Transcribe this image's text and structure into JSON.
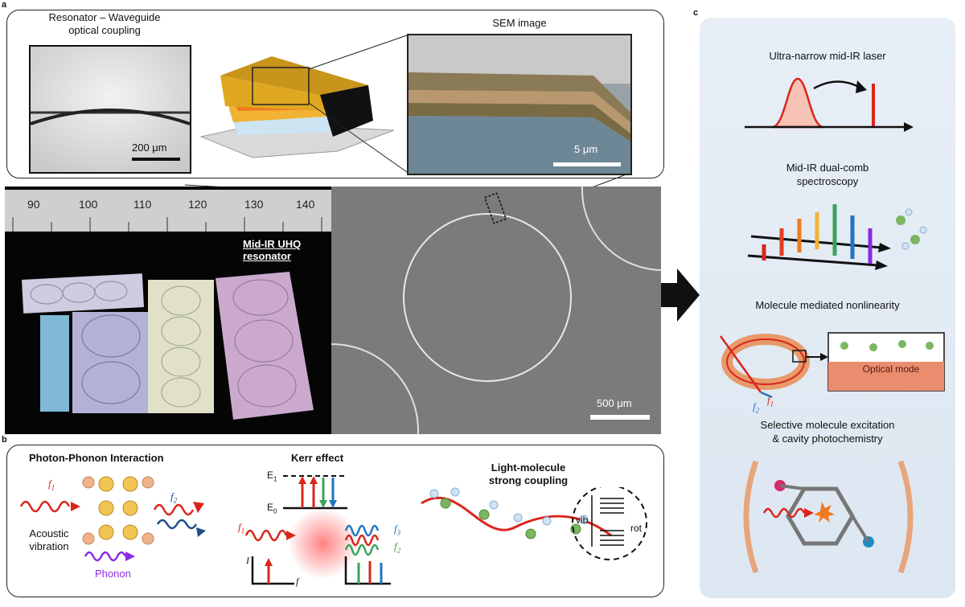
{
  "panel_labels": {
    "a": "a",
    "b": "b",
    "c": "c"
  },
  "panel_a": {
    "coupling_title": "Resonator – Waveguide\noptical coupling",
    "coupling_scale": "200 μm",
    "sem_title": "SEM image",
    "sem_scale": "5 μm",
    "ruler_ticks": [
      "90",
      "100",
      "110",
      "120",
      "130",
      "140"
    ],
    "resonator_label": "Mid-IR UHQ resonator",
    "micro_scale": "500 μm"
  },
  "panel_b": {
    "pp_title": "Photon-Phonon Interaction",
    "pp_acoustic": "Acoustic\nvibration",
    "pp_phonon": "Phonon",
    "pp_f1": "f",
    "pp_f1_sub": "1",
    "pp_f2": "f",
    "pp_f2_sub": "2",
    "kerr_title": "Kerr effect",
    "kerr_e1": "E",
    "kerr_e1_sub": "1",
    "kerr_e0": "E",
    "kerr_e0_sub": "0",
    "kerr_f1": "f",
    "kerr_f1_sub": "1",
    "kerr_f2": "f",
    "kerr_f2_sub": "2",
    "kerr_f3": "f",
    "kerr_f3_sub": "3",
    "kerr_axis_f": "f",
    "kerr_axis_i": "I",
    "lm_title": "Light-molecule\nstrong coupling",
    "lm_vib": "vib",
    "lm_rot": "rot"
  },
  "panel_c": {
    "laser_title": "Ultra-narrow mid-IR laser",
    "comb_title": "Mid-IR dual-comb\nspectroscopy",
    "nonlin_title": "Molecule mediated nonlinearity",
    "optical_mode": "Optical mode",
    "nonlin_f1": "f",
    "nonlin_f1_sub": "1",
    "nonlin_f2": "f",
    "nonlin_f2_sub": "2",
    "excite_title": "Selective molecule excitation\n& cavity photochemistry"
  },
  "colors": {
    "accent_red": "#d9261c",
    "arrow_purple": "#8a2be2",
    "panel_c_bg": "#e3ebf4"
  }
}
